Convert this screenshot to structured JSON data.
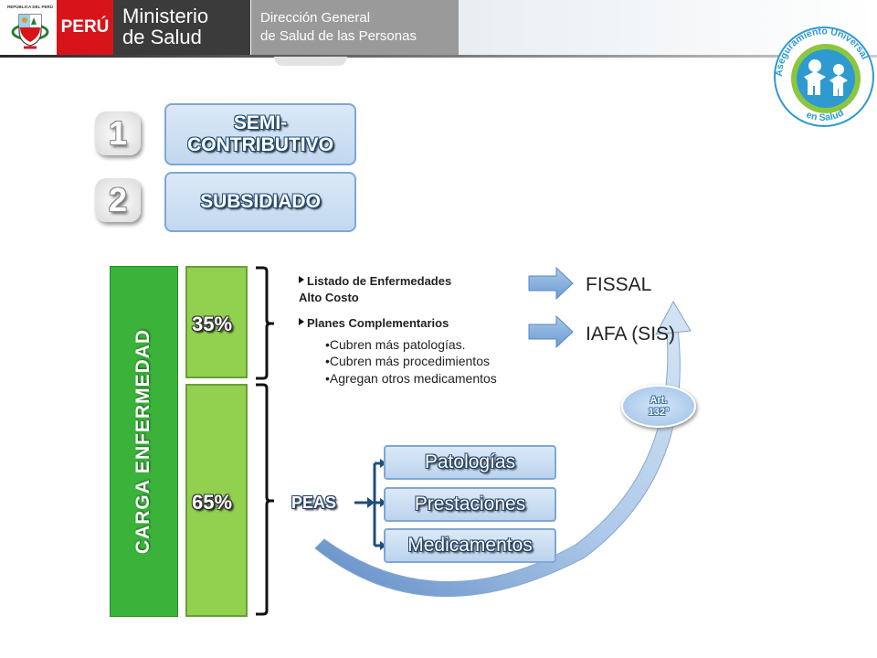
{
  "header": {
    "country": "PERÚ",
    "ministry_line1": "Ministerio",
    "ministry_line2": "de Salud",
    "direction_line1": "Dirección General",
    "direction_line2": "de Salud de las Personas",
    "shield_text": "REPÚBLICA DEL PERÚ",
    "logo_text_top": "Aseguramiento Universal",
    "logo_text_bottom": "en Salud"
  },
  "regimes": [
    {
      "number": "1",
      "label_line1": "SEMI-",
      "label_line2": "CONTRIBUTIVO"
    },
    {
      "number": "2",
      "label_line1": "SUBSIDIADO",
      "label_line2": ""
    }
  ],
  "carga": {
    "title": "CARGA ENFERMEDAD",
    "top_percent": "35%",
    "bottom_percent": "65%"
  },
  "list": {
    "item1_line1": "Listado de Enfermedades",
    "item1_line2": "Alto Costo",
    "item2": "Planes Complementarios",
    "subitems": [
      "•Cubren más patologías.",
      "•Cubren más procedimientos",
      "•Agregan otros medicamentos"
    ]
  },
  "targets": {
    "fissal": "FISSAL",
    "iafa": "IAFA (SIS)"
  },
  "peas": {
    "label": "PEAS",
    "boxes": [
      "Patologías",
      "Prestaciones",
      "Medicamentos"
    ]
  },
  "article": {
    "line1": "Art.",
    "line2": "132°"
  },
  "colors": {
    "red": "#d7141a",
    "dark_gray": "#3b3b3b",
    "mid_gray": "#9a9a9a",
    "green_dark": "#3bb33b",
    "green_light": "#92d050",
    "blue_box": "#c2d8ef",
    "blue_border": "#7fa7d3",
    "arrow_blue": "#6a9bd1"
  }
}
